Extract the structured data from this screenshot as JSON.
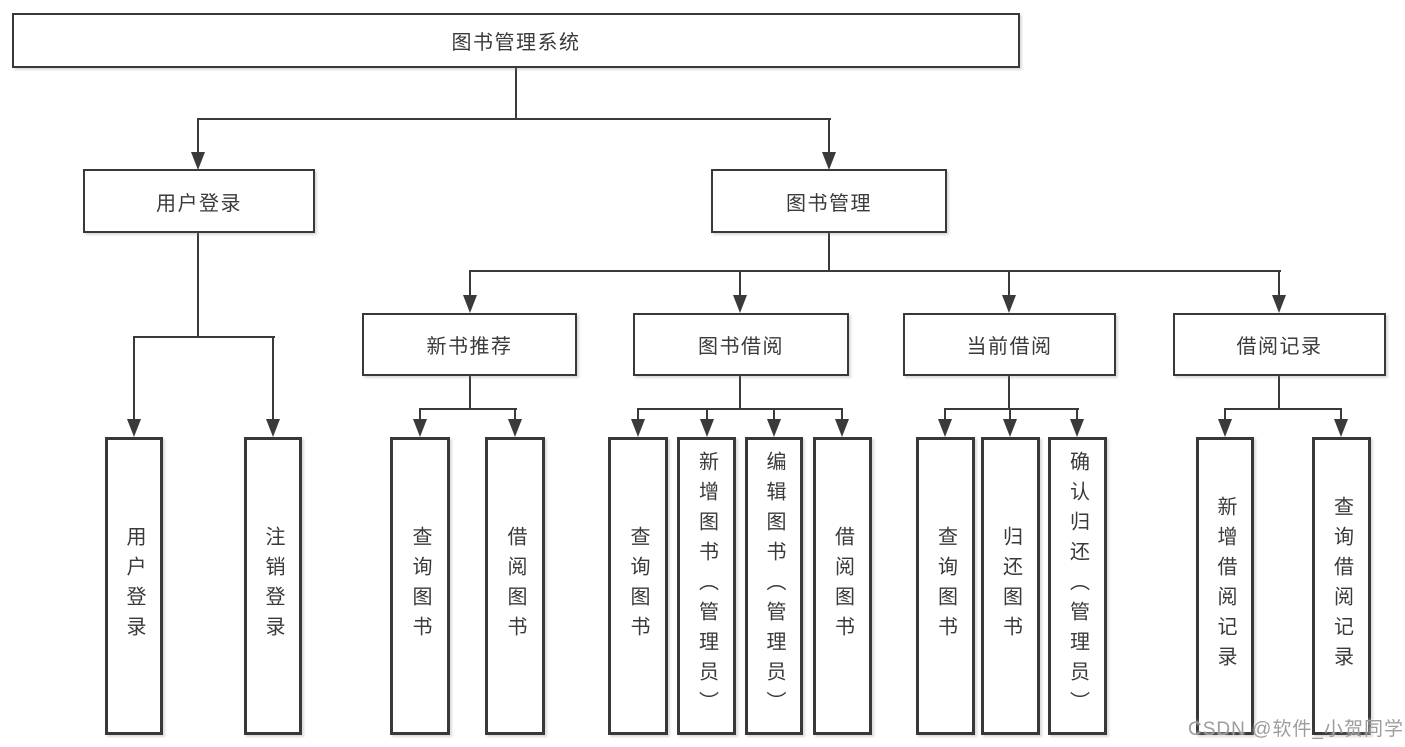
{
  "diagram": {
    "type": "hierarchy-structure-chart",
    "colors": {
      "line": "#3a3a3a",
      "box_border": "#383838",
      "box_fill": "#ffffff",
      "text": "#3a3a3a",
      "background": "#ffffff",
      "watermark": "#9d9d9d"
    }
  },
  "tree": {
    "label": "图书管理系统",
    "children": [
      {
        "label": "用户登录",
        "children": [
          {
            "label": "用户登录"
          },
          {
            "label": "注销登录"
          }
        ]
      },
      {
        "label": "图书管理",
        "children": [
          {
            "label": "新书推荐",
            "children": [
              {
                "label": "查询图书"
              },
              {
                "label": "借阅图书"
              }
            ]
          },
          {
            "label": "图书借阅",
            "children": [
              {
                "label": "查询图书"
              },
              {
                "label": "新增图书（管理员）"
              },
              {
                "label": "编辑图书（管理员）"
              },
              {
                "label": "借阅图书"
              }
            ]
          },
          {
            "label": "当前借阅",
            "children": [
              {
                "label": "查询图书"
              },
              {
                "label": "归还图书"
              },
              {
                "label": "确认归还（管理员）"
              }
            ]
          },
          {
            "label": "借阅记录",
            "children": [
              {
                "label": "新增借阅记录"
              },
              {
                "label": "查询借阅记录"
              }
            ]
          }
        ]
      }
    ]
  },
  "watermark": {
    "text": "CSDN @软件_小贺同学"
  }
}
